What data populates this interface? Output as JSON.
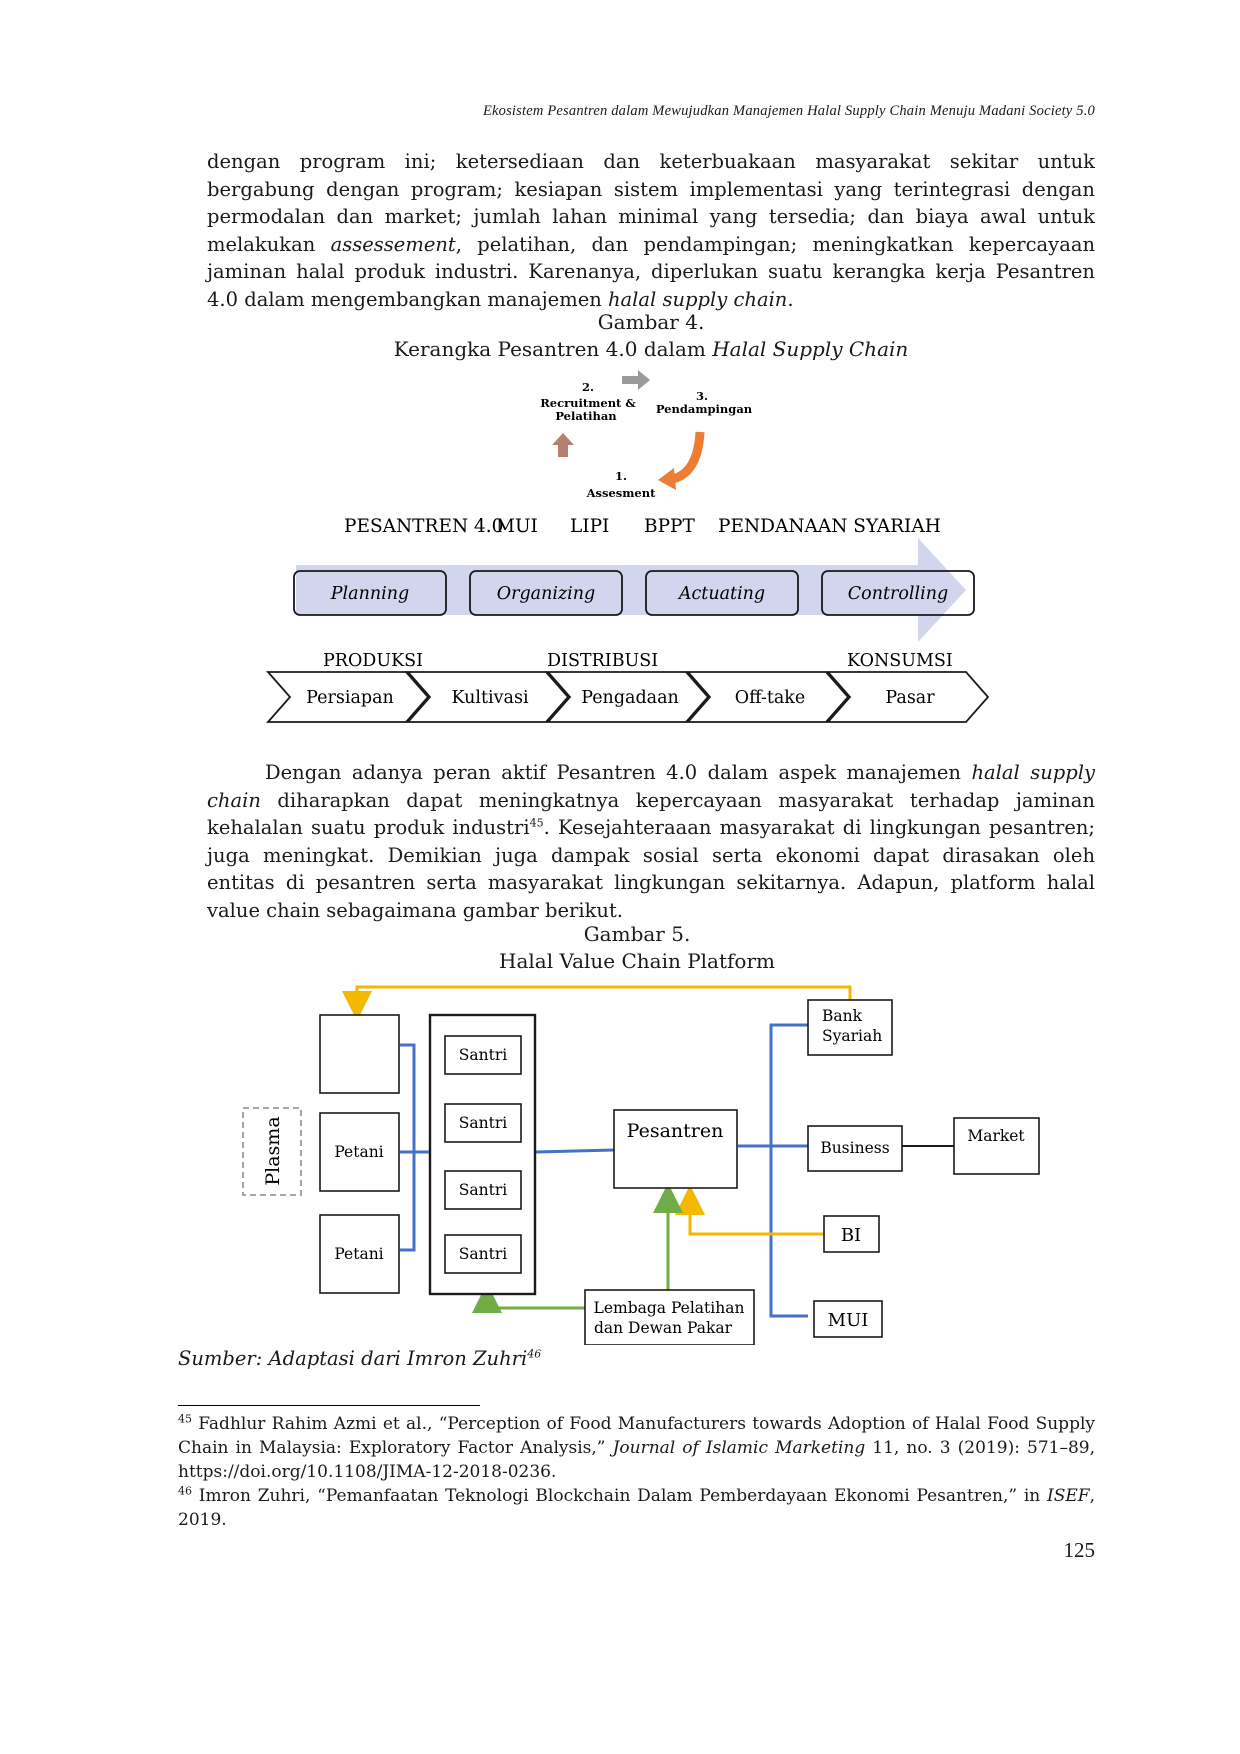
{
  "header": {
    "running_title": "Ekosistem Pesantren dalam Mewujudkan Manajemen Halal Supply Chain Menuju Madani Society 5.0"
  },
  "paragraph1": {
    "part1": "dengan program ini; ketersediaan dan keterbuakaan masyarakat sekitar untuk bergabung dengan program; kesiapan sistem implementasi yang terintegrasi dengan permodalan dan market; jumlah lahan minimal yang tersedia; dan biaya awal untuk melakukan ",
    "italic1": "assessement",
    "part2": ", pelatihan, dan pendampingan; meningkatkan kepercayaan jaminan halal produk industri. Karenanya, diperlukan suatu kerangka kerja Pesantren 4.0 dalam mengembangkan manajemen ",
    "italic2": "halal supply chain",
    "part3": "."
  },
  "figure4": {
    "label": "Gambar 4.",
    "title_prefix": "Kerangka Pesantren 4.0 dalam ",
    "title_italic": "Halal Supply Chain",
    "cycle": {
      "step2_num": "2.",
      "step2_line1": "Recruitment &",
      "step2_line2": "Pelatihan",
      "step3_num": "3.",
      "step3_label": "Pendampingan",
      "step1_num": "1.",
      "step1_label": "Assesment"
    },
    "actors": [
      "PESANTREN 4.0",
      "MUI",
      "LIPI",
      "BPPT",
      "PENDANAAN SYARIAH"
    ],
    "management": [
      "Planning",
      "Organizing",
      "Actuating",
      "Controlling"
    ],
    "stage_labels": [
      "PRODUKSI",
      "DISTRIBUSI",
      "KONSUMSI"
    ],
    "chain": [
      "Persiapan",
      "Kultivasi",
      "Pengadaan",
      "Off-take",
      "Pasar"
    ]
  },
  "paragraph2": {
    "part1": "Dengan adanya peran aktif Pesantren 4.0 dalam aspek manajemen ",
    "italic1": "halal supply chain",
    "part2": " diharapkan dapat meningkatnya kepercayaan masyarakat terhadap jaminan kehalalan suatu produk industri",
    "sup": "45",
    "part3": ". Kesejahteraaan masyarakat di lingkungan pesantren; juga meningkat. Demikian juga dampak sosial serta ekonomi dapat dirasakan oleh entitas di pesantren serta masyarakat lingkungan sekitarnya. Adapun, platform halal value chain sebagaimana gambar berikut."
  },
  "figure5": {
    "label": "Gambar 5.",
    "title": "Halal Value Chain Platform",
    "plasma": "Plasma",
    "petani": [
      "Petani",
      "Petani"
    ],
    "santri": [
      "Santri",
      "Santri",
      "Santri",
      "Santri"
    ],
    "pesantren": "Pesantren",
    "bank_line1": "Bank",
    "bank_line2": "Syariah",
    "business": "Business",
    "market": "Market",
    "bi": "BI",
    "mui": "MUI",
    "lembaga_line1": "Lembaga Pelatihan",
    "lembaga_line2": "dan Dewan Pakar",
    "colors": {
      "blue": "#4472c4",
      "yellow": "#f5b800",
      "green": "#70ad47",
      "orange": "#ed7d31",
      "lavender": "#d1d5ee"
    }
  },
  "source": {
    "text": "Sumber: Adaptasi dari Imron Zuhri",
    "sup": "46"
  },
  "footnotes": {
    "fn45": {
      "num": "45",
      "pre": " Fadhlur Rahim Azmi et al., “Perception of Food Manufacturers towards Adoption of Halal Food Supply Chain in Malaysia: Exploratory Factor Analysis,” ",
      "italic": "Journal of Islamic Marketing",
      "post": " 11, no. 3 (2019): 571–89, https://doi.org/10.1108/JIMA-12-2018-0236."
    },
    "fn46": {
      "num": "46",
      "pre": " Imron Zuhri, “Pemanfaatan Teknologi Blockchain Dalam Pemberdayaan Ekonomi Pesantren,” in ",
      "italic": "ISEF",
      "post": ", 2019."
    }
  },
  "page_number": "125"
}
